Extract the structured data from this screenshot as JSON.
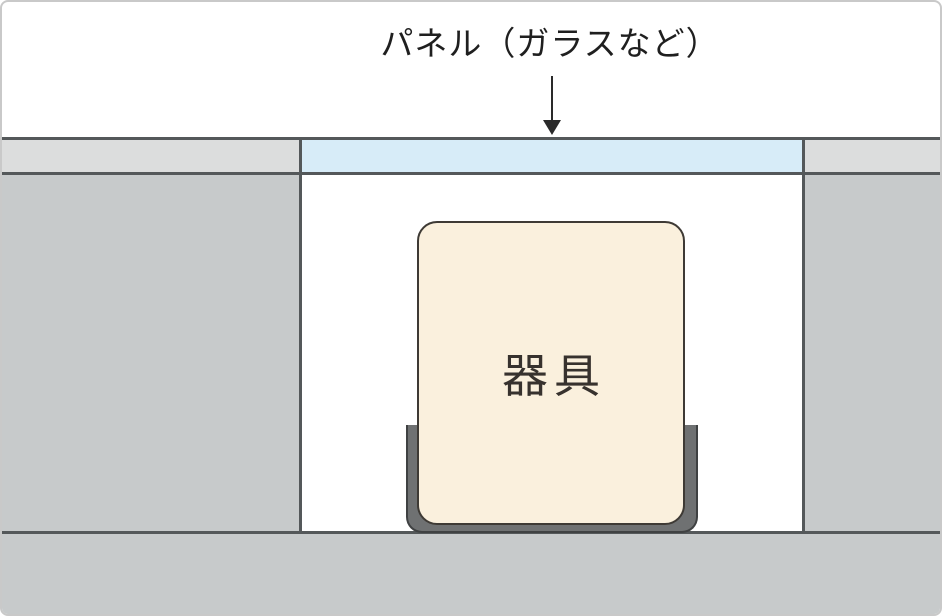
{
  "labels": {
    "panel": "パネル（ガラスなど）",
    "fixture": "器具"
  },
  "icons": {
    "down_arrow": "arrow pointing down from panel label to glass panel"
  },
  "colors": {
    "canvas-bg": "#ffffff",
    "canvas-border": "#c9c9c9",
    "line-dark": "#54585a",
    "band-gray": "#dcdddd",
    "block-gray": "#c7cacb",
    "glass-blue": "#d7ecf8",
    "fixture-fill": "#faf0dd",
    "fixture-border": "#3e3a35",
    "bracket-fill": "#6f7172",
    "bracket-border": "#3f4142",
    "arrow-color": "#2a2a2a",
    "panel-text": "#1f1f1f",
    "fixture-text": "#37322e"
  }
}
